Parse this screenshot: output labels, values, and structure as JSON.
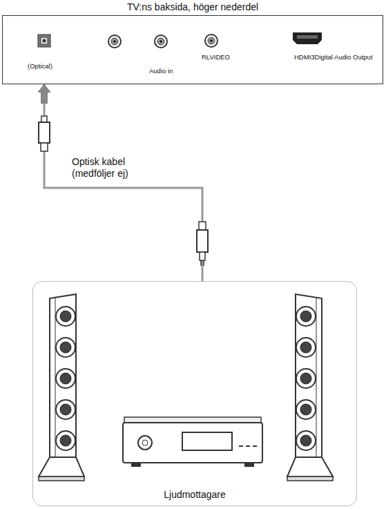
{
  "diagram": {
    "nodes": [
      {
        "text": [
          "TV:ns baksida, höger nederdel"
        ]
      },
      {
        "text": [
          "Ljudmottagare"
        ]
      }
    ],
    "edges": [
      {
        "from": 1,
        "to": 0,
        "arrow": "to",
        "label": "Optisk kabel (medföljer ej)"
      }
    ],
    "labels": [
      "(Optical)",
      "Audio in",
      "RLVIDEO",
      "HDMI3Digital Audio Output"
    ]
  }
}
